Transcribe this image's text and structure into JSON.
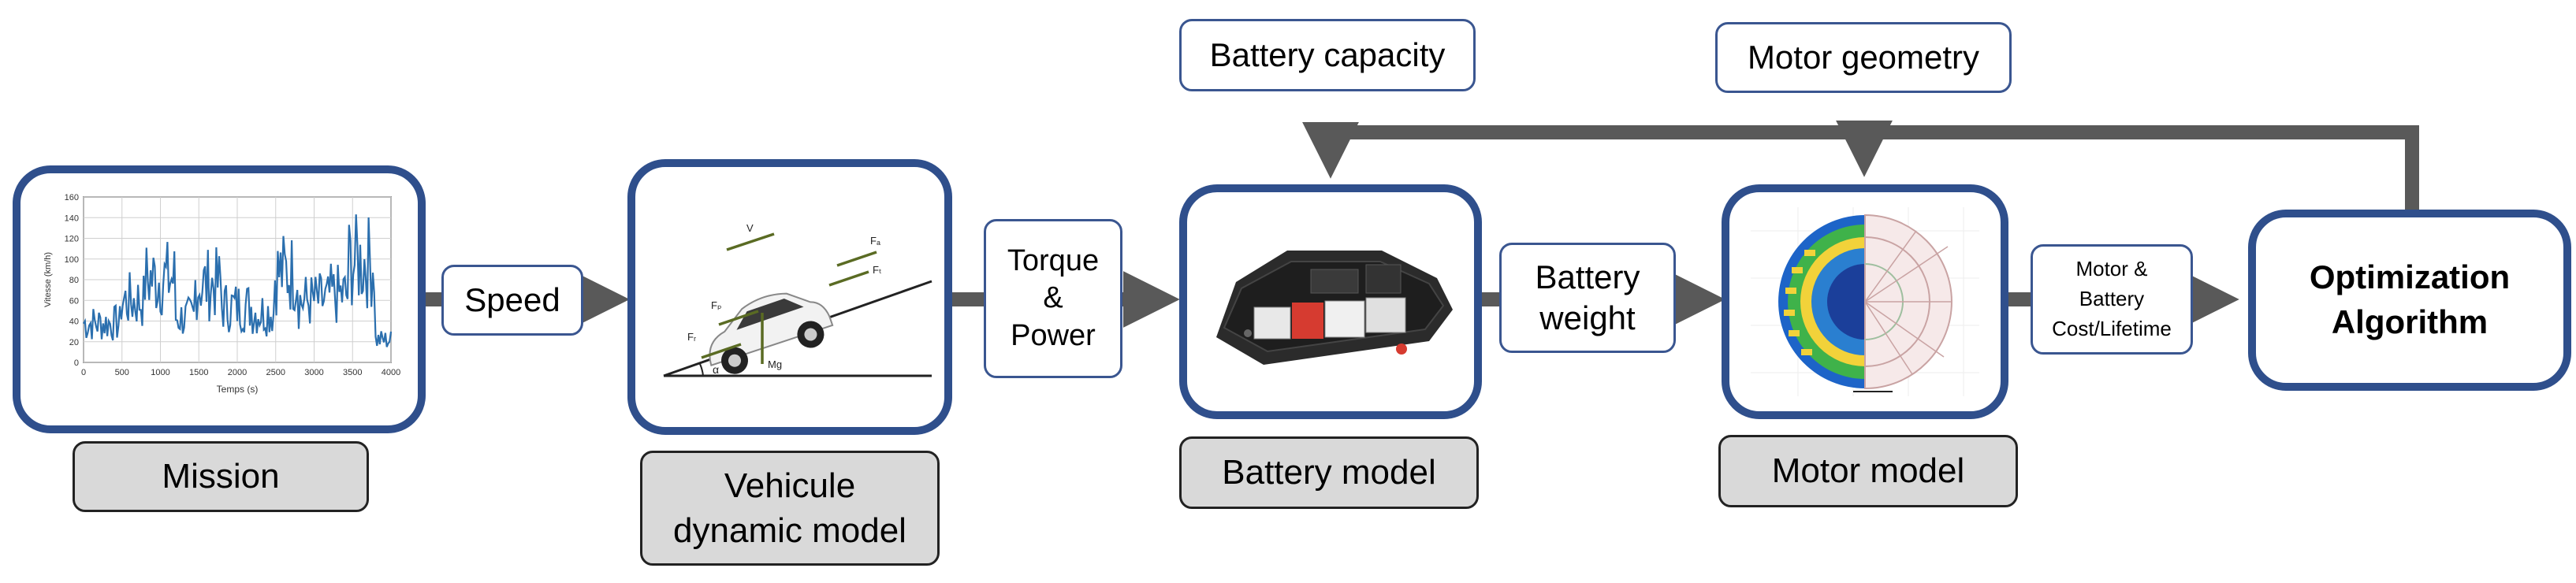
{
  "nodes": {
    "mission": {
      "caption": "Mission"
    },
    "vehicle": {
      "caption": "Vehicule\ndynamic model"
    },
    "battery": {
      "caption": "Battery model"
    },
    "motor": {
      "caption": "Motor model"
    },
    "optimization": {
      "label": "Optimization\nAlgorithm"
    }
  },
  "signals": {
    "speed": "Speed",
    "torque_power": "Torque\n&\nPower",
    "battery_weight": "Battery\nweight",
    "motor_battery_cost": "Motor &\nBattery\nCost/Lifetime"
  },
  "design_variables": {
    "battery_capacity": "Battery capacity",
    "motor_geometry": "Motor geometry"
  },
  "mission_plot": {
    "xlabel": "Temps (s)",
    "ylabel": "Vitesse (km/h)",
    "xticks": [
      "0",
      "500",
      "1000",
      "1500",
      "2000",
      "2500",
      "3000",
      "3500",
      "4000"
    ],
    "yticks": [
      "0",
      "20",
      "40",
      "60",
      "80",
      "100",
      "120",
      "140",
      "160"
    ]
  },
  "vehicle_figure": {
    "labels": [
      "V",
      "Fₐ",
      "Fᵣ",
      "Fₜ",
      "Fₚ",
      "Mg",
      "α"
    ]
  },
  "colors": {
    "box_border": "#2f4f8c",
    "arrow": "#595959",
    "caption_fill": "#d9d9d9",
    "plot_line": "#2b6fae",
    "vehicle_arrows": "#5a6b23"
  }
}
